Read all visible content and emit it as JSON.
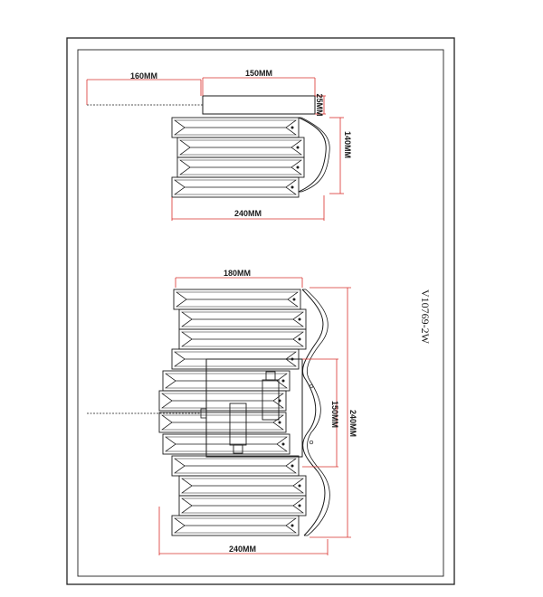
{
  "model_code": "V10769-2W",
  "top_view": {
    "chain_length": "160MM",
    "canopy_width": "150MM",
    "canopy_height": "25MM",
    "crystal_height": "140MM",
    "total_width": "240MM"
  },
  "front_view": {
    "top_width": "180MM",
    "backplate_height": "150MM",
    "total_height": "240MM",
    "total_width": "240MM"
  },
  "colors": {
    "line": "#1a1a1a",
    "dimension": "#d9302c",
    "border": "#222222"
  }
}
